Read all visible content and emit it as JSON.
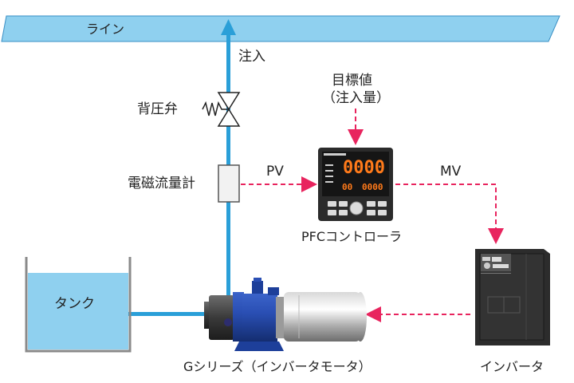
{
  "labels": {
    "line": "ライン",
    "injection": "注入",
    "back_pressure_valve": "背圧弁",
    "flow_meter": "電磁流量計",
    "target_line1": "目標値",
    "target_line2": "（注入量）",
    "pv": "PV",
    "mv": "MV",
    "controller": "PFCコントローラ",
    "tank": "タンク",
    "pump": "Gシリーズ（インバータモータ）",
    "inverter": "インバータ"
  },
  "controller_display": {
    "main": "0000",
    "sub_left": "00",
    "sub_right": "0000"
  },
  "colors": {
    "pipe": "#2a9fd8",
    "line_band": "#8fd0ef",
    "tank_water": "#8fd0ef",
    "signal": "#e8245e",
    "controller_digits": "#ff7a1a",
    "motor_blue": "#1d3f9a"
  }
}
